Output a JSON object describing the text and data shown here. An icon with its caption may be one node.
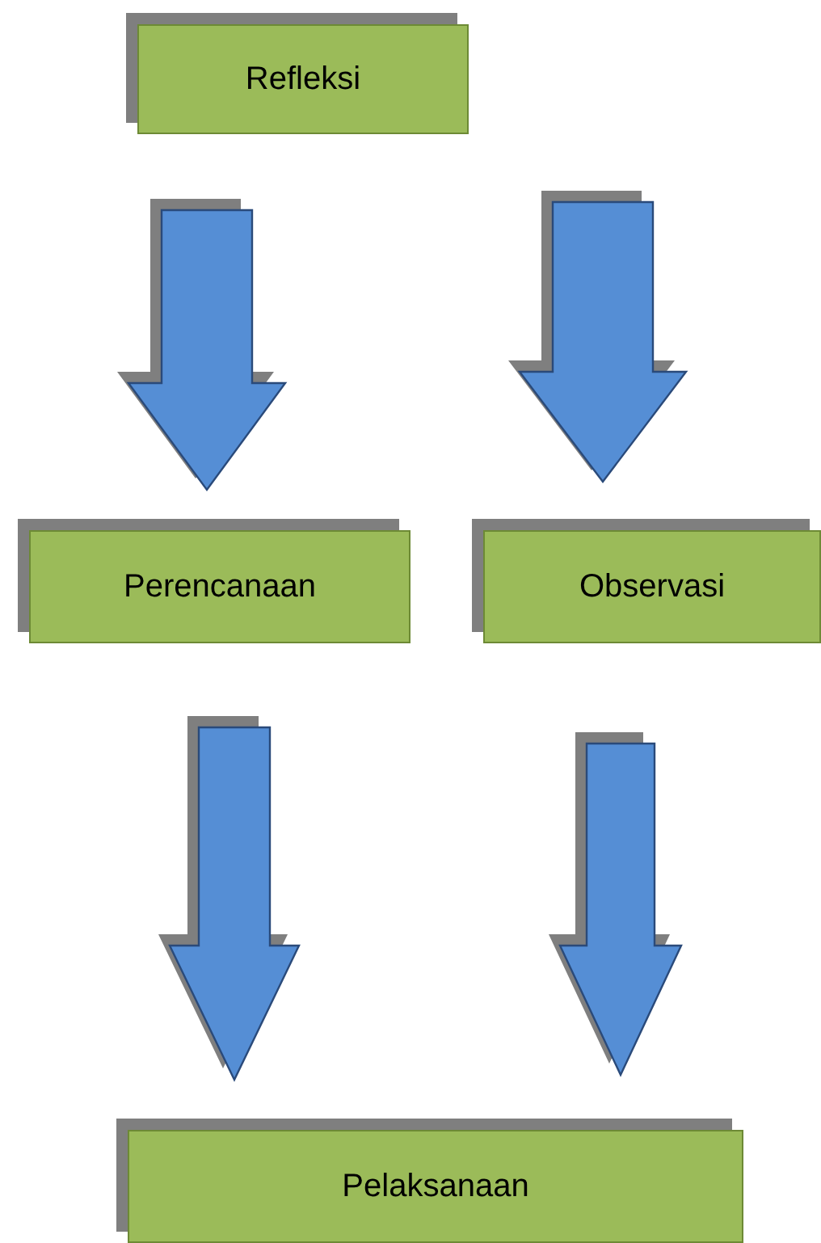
{
  "diagram": {
    "nodes": [
      {
        "text": [
          "Refleksi"
        ]
      },
      {
        "text": [
          "Perencanaan"
        ]
      },
      {
        "text": [
          "Observasi"
        ]
      },
      {
        "text": [
          "Pelaksanaan"
        ]
      }
    ],
    "edges": [
      {
        "from": 0,
        "to": 1,
        "arrow": "to"
      },
      {
        "from": 0,
        "to": 2,
        "arrow": "to"
      },
      {
        "from": 1,
        "to": 3,
        "arrow": "to"
      },
      {
        "from": 2,
        "to": 3,
        "arrow": "to"
      }
    ]
  }
}
